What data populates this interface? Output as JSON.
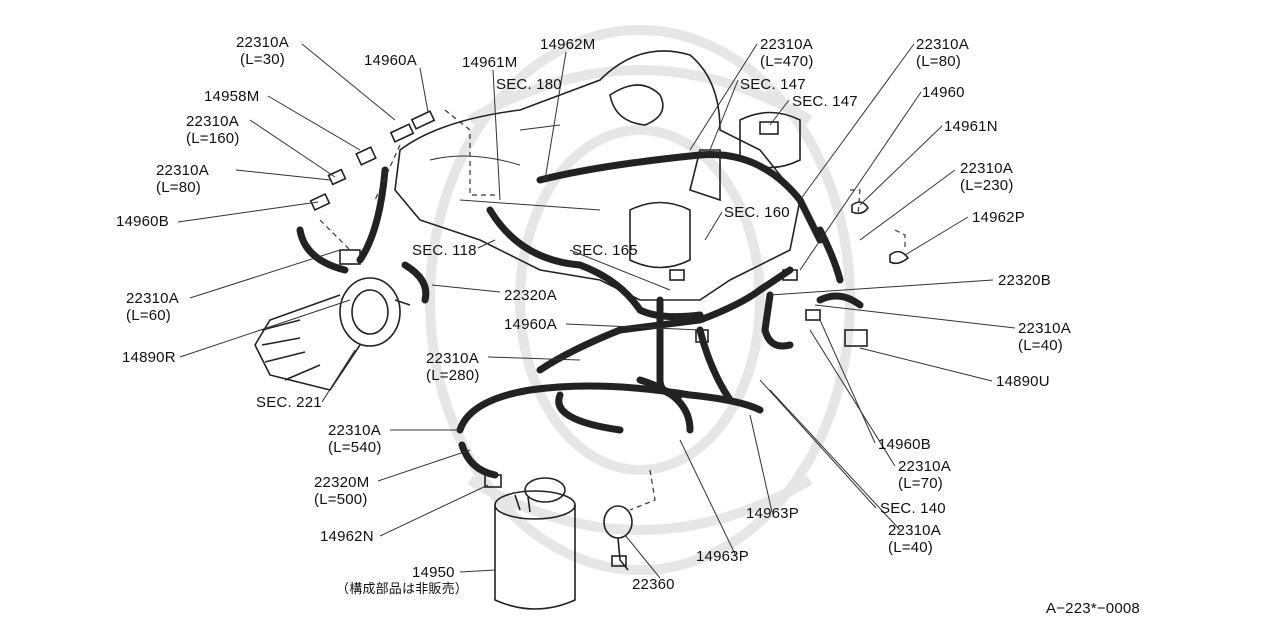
{
  "diagram_code": "A−223*−0008",
  "labels": {
    "p22310A_30": {
      "code": "22310A",
      "sub": "(L=30)"
    },
    "p14960A_top": {
      "code": "14960A",
      "sub": ""
    },
    "p14958M": {
      "code": "14958M",
      "sub": ""
    },
    "p22310A_160": {
      "code": "22310A",
      "sub": "(L=160)"
    },
    "p22310A_80_left": {
      "code": "22310A",
      "sub": "(L=80)"
    },
    "p14960B_left": {
      "code": "14960B",
      "sub": ""
    },
    "p22310A_60": {
      "code": "22310A",
      "sub": "(L=60)"
    },
    "p14890R": {
      "code": "14890R",
      "sub": ""
    },
    "sec221": {
      "code": "SEC. 221",
      "sub": ""
    },
    "p14961M": {
      "code": "14961M",
      "sub": ""
    },
    "sec180": {
      "code": "SEC. 180",
      "sub": ""
    },
    "p14962M": {
      "code": "14962M",
      "sub": ""
    },
    "p22310A_470": {
      "code": "22310A",
      "sub": "(L=470)"
    },
    "sec147a": {
      "code": "SEC. 147",
      "sub": ""
    },
    "sec147b": {
      "code": "SEC. 147",
      "sub": ""
    },
    "p22310A_80_right": {
      "code": "22310A",
      "sub": "(L=80)"
    },
    "p14960_right": {
      "code": "14960",
      "sub": ""
    },
    "p14961N": {
      "code": "14961N",
      "sub": ""
    },
    "p22310A_230": {
      "code": "22310A",
      "sub": "(L=230)"
    },
    "p14962P": {
      "code": "14962P",
      "sub": ""
    },
    "sec160": {
      "code": "SEC. 160",
      "sub": ""
    },
    "sec118": {
      "code": "SEC. 118",
      "sub": ""
    },
    "sec165": {
      "code": "SEC. 165",
      "sub": ""
    },
    "p22320B": {
      "code": "22320B",
      "sub": ""
    },
    "p22320A": {
      "code": "22320A",
      "sub": ""
    },
    "p14960A_mid": {
      "code": "14960A",
      "sub": ""
    },
    "p22310A_40_right": {
      "code": "22310A",
      "sub": "(L=40)"
    },
    "p22310A_280": {
      "code": "22310A",
      "sub": "(L=280)"
    },
    "p14890U": {
      "code": "14890U",
      "sub": ""
    },
    "p22310A_540": {
      "code": "22310A",
      "sub": "(L=540)"
    },
    "p14960B_right": {
      "code": "14960B",
      "sub": ""
    },
    "p22310A_70": {
      "code": "22310A",
      "sub": "(L=70)"
    },
    "p22320M": {
      "code": "22320M",
      "sub": "(L=500)"
    },
    "sec140": {
      "code": "SEC. 140",
      "sub": ""
    },
    "p14963P_a": {
      "code": "14963P",
      "sub": ""
    },
    "p14962N": {
      "code": "14962N",
      "sub": ""
    },
    "p22310A_40_bottom": {
      "code": "22310A",
      "sub": "(L=40)"
    },
    "p14963P_b": {
      "code": "14963P",
      "sub": ""
    },
    "p14950": {
      "code": "14950",
      "sub": "（構成部品は非販売）"
    },
    "p22360": {
      "code": "22360",
      "sub": ""
    }
  },
  "colors": {
    "line": "#222222",
    "background": "#ffffff"
  }
}
